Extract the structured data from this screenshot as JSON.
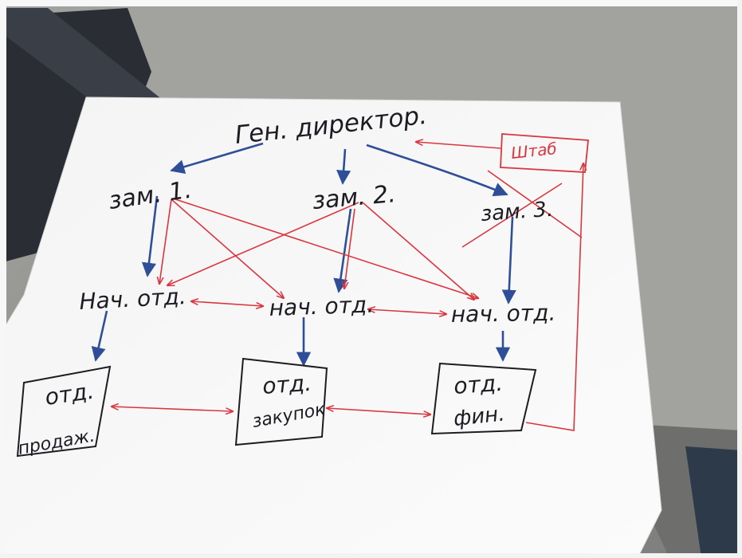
{
  "chart": {
    "general_director": "Ген. директор.",
    "staff": "Штаб",
    "deputy_1": "зам. 1.",
    "deputy_2": "зам. 2.",
    "deputy_3": "зам. 3.",
    "head_1": "Нач. отд.",
    "head_2": "нач. отд.",
    "head_3": "нач. отд.",
    "dept_sales_line1": "отд.",
    "dept_sales_line2": "продаж.",
    "dept_purchase_line1": "отд.",
    "dept_purchase_line2": "закупок",
    "dept_finance_line1": "отд.",
    "dept_finance_line2": "фин."
  },
  "colors": {
    "paper": "#fbfbfb",
    "ink_black": "#1c1c22",
    "ink_blue": "#2e4f98",
    "ink_red": "#d9373f",
    "table": "#8f8f8c",
    "chair": "#2a2d33"
  }
}
